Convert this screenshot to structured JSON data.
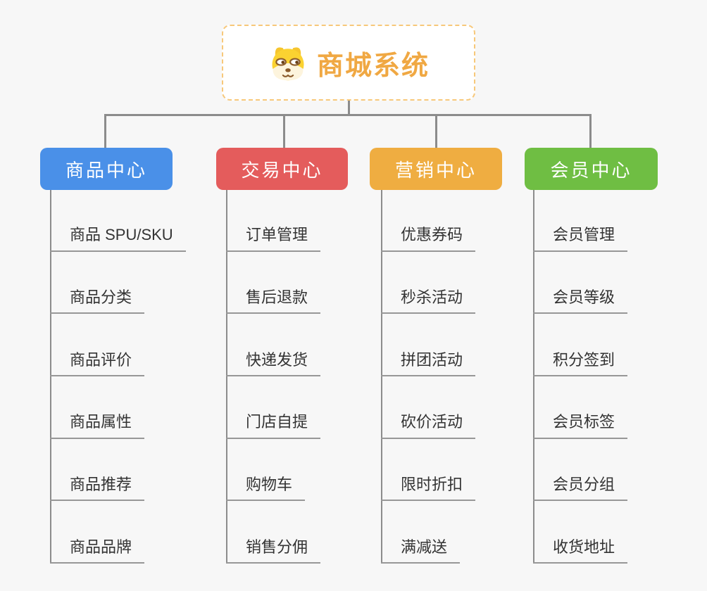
{
  "root": {
    "title": "商城系统",
    "icon": "dog-logo-icon",
    "title_color": "#f0a843",
    "border_color": "#f7c87a"
  },
  "connector_color": "#8c8c8c",
  "branches": [
    {
      "label": "商品中心",
      "color": "#4a90e8",
      "children": [
        "商品 SPU/SKU",
        "商品分类",
        "商品评价",
        "商品属性",
        "商品推荐",
        "商品品牌"
      ]
    },
    {
      "label": "交易中心",
      "color": "#e45c5c",
      "children": [
        "订单管理",
        "售后退款",
        "快递发货",
        "门店自提",
        "购物车",
        "销售分佣"
      ]
    },
    {
      "label": "营销中心",
      "color": "#efad41",
      "children": [
        "优惠券码",
        "秒杀活动",
        "拼团活动",
        "砍价活动",
        "限时折扣",
        "满减送"
      ]
    },
    {
      "label": "会员中心",
      "color": "#6fbe43",
      "children": [
        "会员管理",
        "会员等级",
        "积分签到",
        "会员标签",
        "会员分组",
        "收货地址"
      ]
    }
  ]
}
